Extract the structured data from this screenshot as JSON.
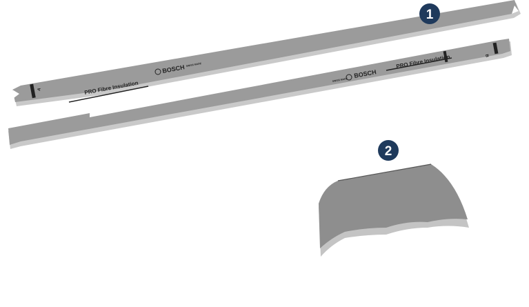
{
  "callouts": [
    {
      "number": "1",
      "color": "#1f3a5c"
    },
    {
      "number": "2",
      "color": "#1f3a5c"
    }
  ],
  "blades": [
    {
      "product_name": "PRO Fibre Insulation",
      "brand": "BOSCH",
      "origin": "SWISS MADE",
      "letter": "A"
    },
    {
      "product_name": "PRO Fibre Insulation",
      "brand": "BOSCH",
      "origin": "SWISS MADE",
      "letter": "B"
    }
  ],
  "colors": {
    "blade": "#9b9b9b",
    "blade_edge": "#c9c9c9",
    "closeup": "#8e8e8e",
    "closeup_edge": "#c4c4c4"
  }
}
